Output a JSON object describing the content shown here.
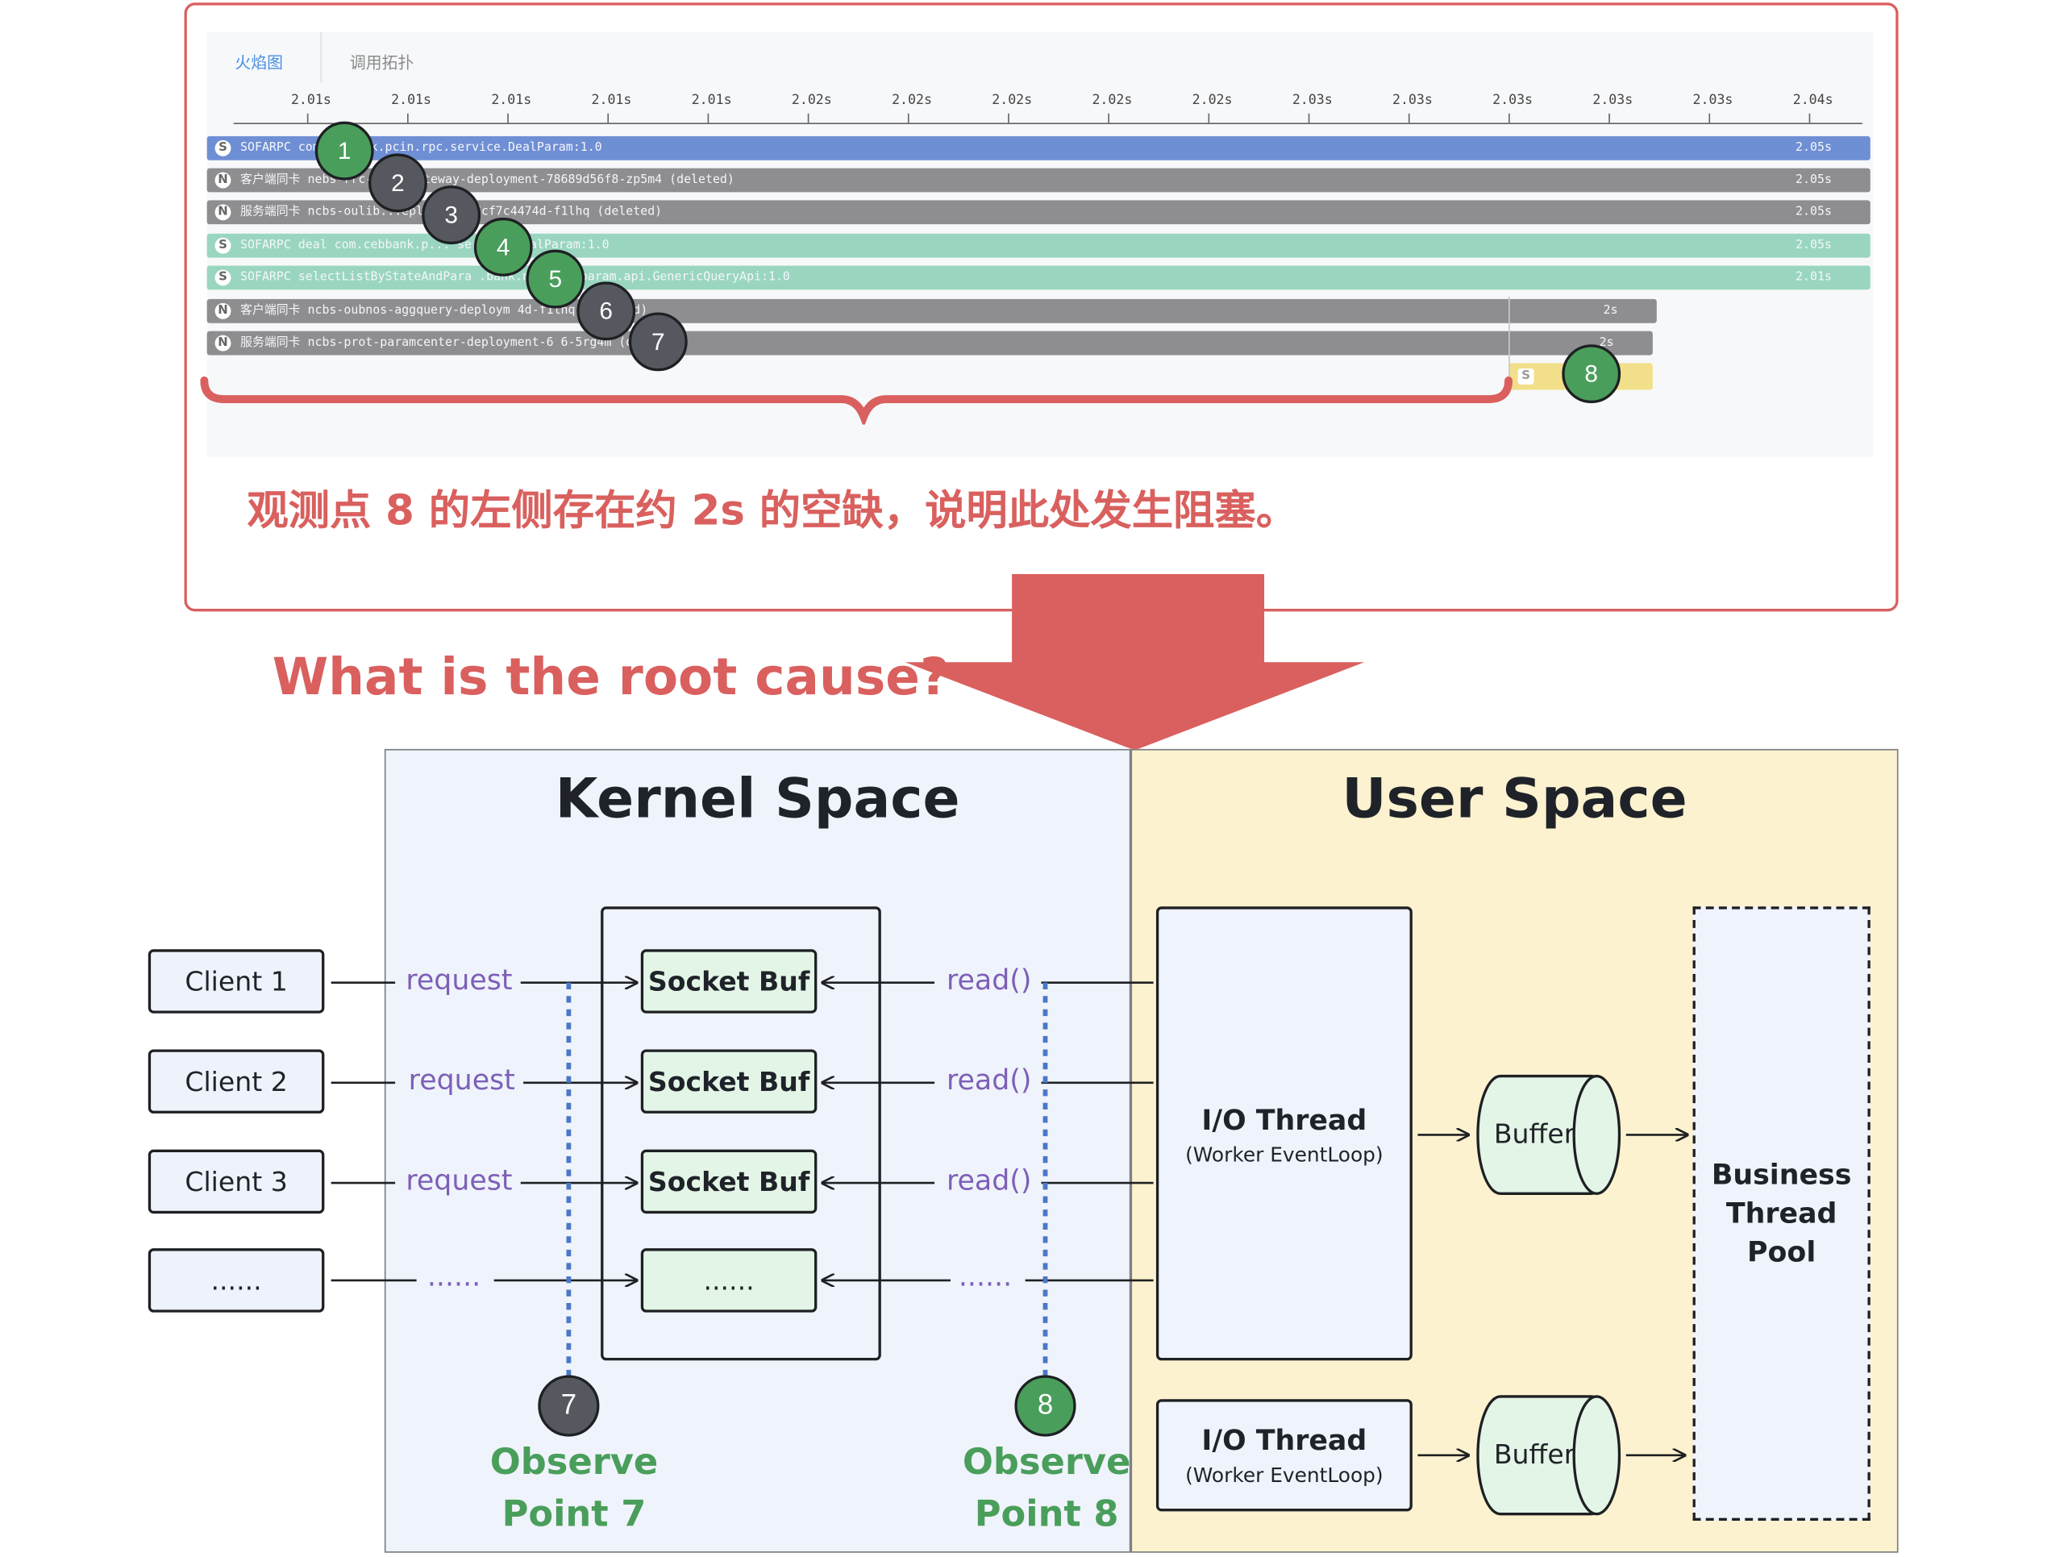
{
  "screenshot": {
    "tabs": [
      "火焰图",
      "调用拓扑"
    ],
    "ticks": [
      "2.01s",
      "2.01s",
      "2.01s",
      "2.01s",
      "2.01s",
      "2.02s",
      "2.02s",
      "2.02s",
      "2.02s",
      "2.02s",
      "2.03s",
      "2.03s",
      "2.03s",
      "2.03s",
      "2.03s",
      "2.04s"
    ],
    "rows": [
      {
        "badge": "S",
        "text": "SOFARPC        com.cebbank.pcin.rpc.service.DealParam:1.0",
        "duration": "2.05s",
        "color": "#6f8fd4"
      },
      {
        "badge": "N",
        "text": "客户端同卡   nebs-rrc-inaalgateway-deployment-78689d56f8-zp5m4 (deleted)",
        "duration": "2.05s",
        "color": "#8e8e90"
      },
      {
        "badge": "N",
        "text": "服务端同卡   ncbs-oulib...eployment-7cf7c4474d-f1lhq (deleted)",
        "duration": "2.05s",
        "color": "#8e8e90"
      },
      {
        "badge": "S",
        "text": "SOFARPC  deal com.cebbank.p...     service.DealParam:1.0",
        "duration": "2.05s",
        "color": "#9ad6bf"
      },
      {
        "badge": "S",
        "text": "SOFARPC  selectListByStateAndPara   .bank.ncbs.ap.param.api.GenericQueryApi:1.0",
        "duration": "2.01s",
        "color": "#9ad6bf"
      },
      {
        "badge": "N",
        "text": "客户端同卡   ncbs-oubnos-aggquery-deploym       4d-f1lhq (deleted)",
        "duration": "2s",
        "color": "#8e8e90"
      },
      {
        "badge": "N",
        "text": "服务端同卡   ncbs-prot-paramcenter-deployment-6      6-5rg4m (deleted)",
        "duration": "2s",
        "color": "#8e8e90"
      }
    ],
    "small_span_badge": "S",
    "note": "观测点 8 的左侧存在约 2s 的空缺，说明此处发生阻塞。"
  },
  "question": "What is the root cause?",
  "diagram": {
    "kernel_title": "Kernel Space",
    "user_title": "User Space",
    "clients": [
      "Client 1",
      "Client 2",
      "Client 3",
      "......"
    ],
    "request_labels": [
      "request",
      "request",
      "request",
      "......"
    ],
    "socket_bufs": [
      "Socket Buf",
      "Socket Buf",
      "Socket Buf",
      "......"
    ],
    "read_labels": [
      "read()",
      "read()",
      "read()",
      "......"
    ],
    "io_threads": [
      {
        "title": "I/O Thread",
        "subtitle": "(Worker EventLoop)"
      },
      {
        "title": "I/O Thread",
        "subtitle": "(Worker EventLoop)"
      }
    ],
    "buffers": [
      "Buffer",
      "Buffer"
    ],
    "pool_lines": [
      "Business",
      "Thread",
      "Pool"
    ],
    "observe_points": [
      {
        "number": "7",
        "line1": "Observe",
        "line2": "Point 7"
      },
      {
        "number": "8",
        "line1": "Observe",
        "line2": "Point 8"
      }
    ]
  },
  "colors": {
    "accent_red": "#d9605e",
    "green": "#4a9e5b",
    "dark_gray": "#55595f",
    "purple": "#7d5fb7",
    "kernel_bg": "#eff3fb",
    "user_bg": "#fdf2cf",
    "socket_bg": "#e3f5e6",
    "dotted_blue": "#4a78c8"
  },
  "markers": [
    {
      "number": "1",
      "style": "green"
    },
    {
      "number": "2",
      "style": "dark"
    },
    {
      "number": "3",
      "style": "dark"
    },
    {
      "number": "4",
      "style": "green"
    },
    {
      "number": "5",
      "style": "green"
    },
    {
      "number": "6",
      "style": "dark"
    },
    {
      "number": "7",
      "style": "dark"
    },
    {
      "number": "8",
      "style": "green"
    }
  ]
}
